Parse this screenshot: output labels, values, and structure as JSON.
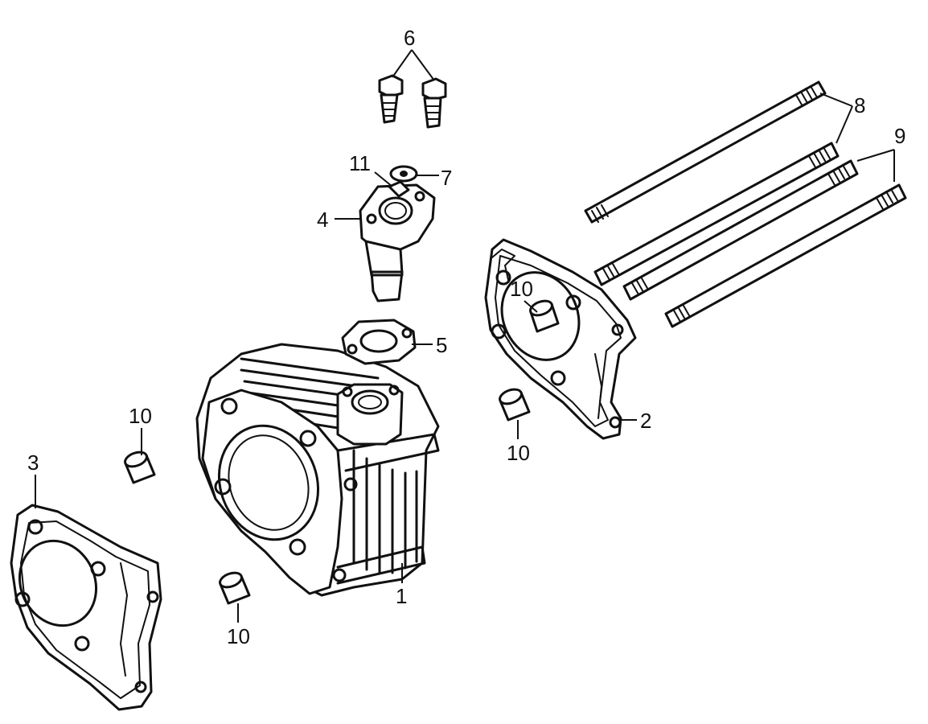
{
  "callouts": {
    "c1": "1",
    "c2": "2",
    "c3": "3",
    "c4": "4",
    "c5": "5",
    "c6": "6",
    "c7": "7",
    "c8": "8",
    "c9": "9",
    "c10a": "10",
    "c10b": "10",
    "c10c": "10",
    "c10d": "10",
    "c11": "11"
  }
}
